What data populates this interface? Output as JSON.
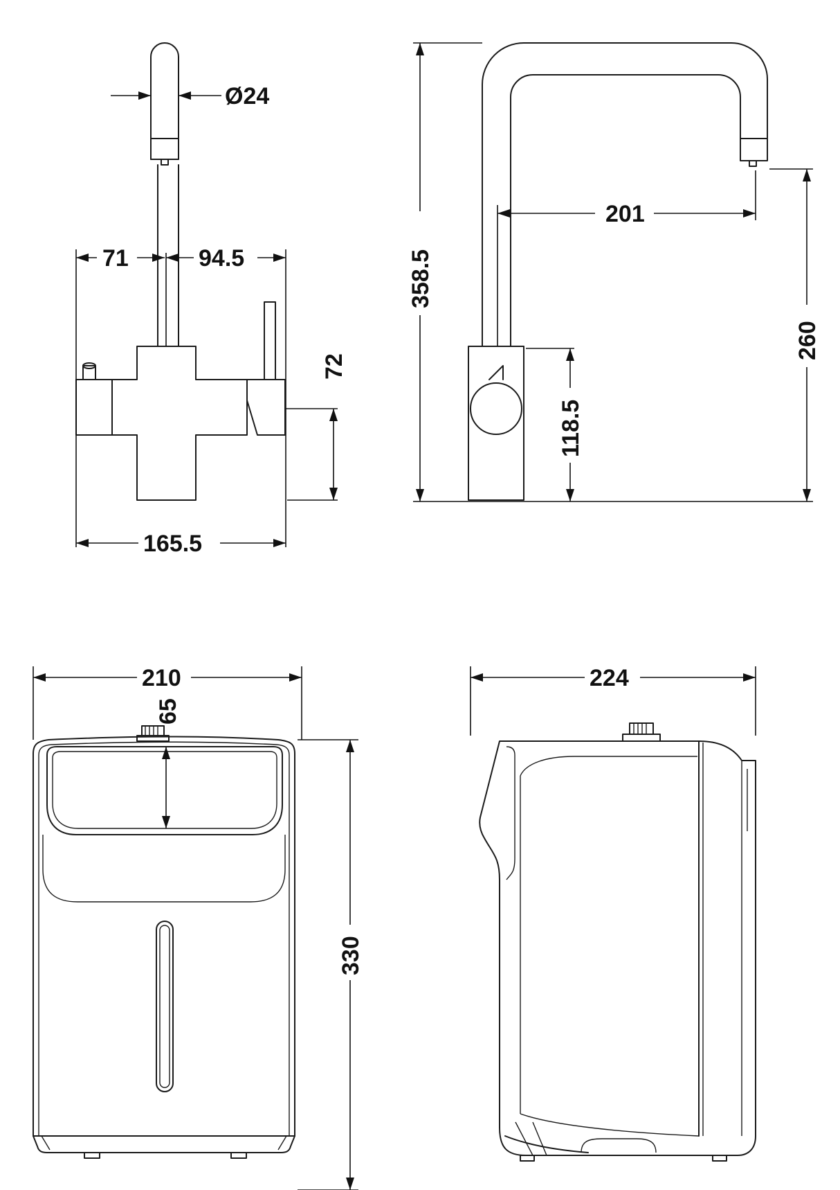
{
  "views": {
    "tap_front": {
      "dia": "Ø24",
      "left": "71",
      "right": "94.5",
      "body_height": "72",
      "width": "165.5"
    },
    "tap_side": {
      "height": "358.5",
      "reach": "201",
      "spout_height": "260",
      "body_height": "118.5"
    },
    "tank_front": {
      "width": "210",
      "connector": "65",
      "height": "330"
    },
    "tank_side": {
      "depth": "224"
    }
  }
}
